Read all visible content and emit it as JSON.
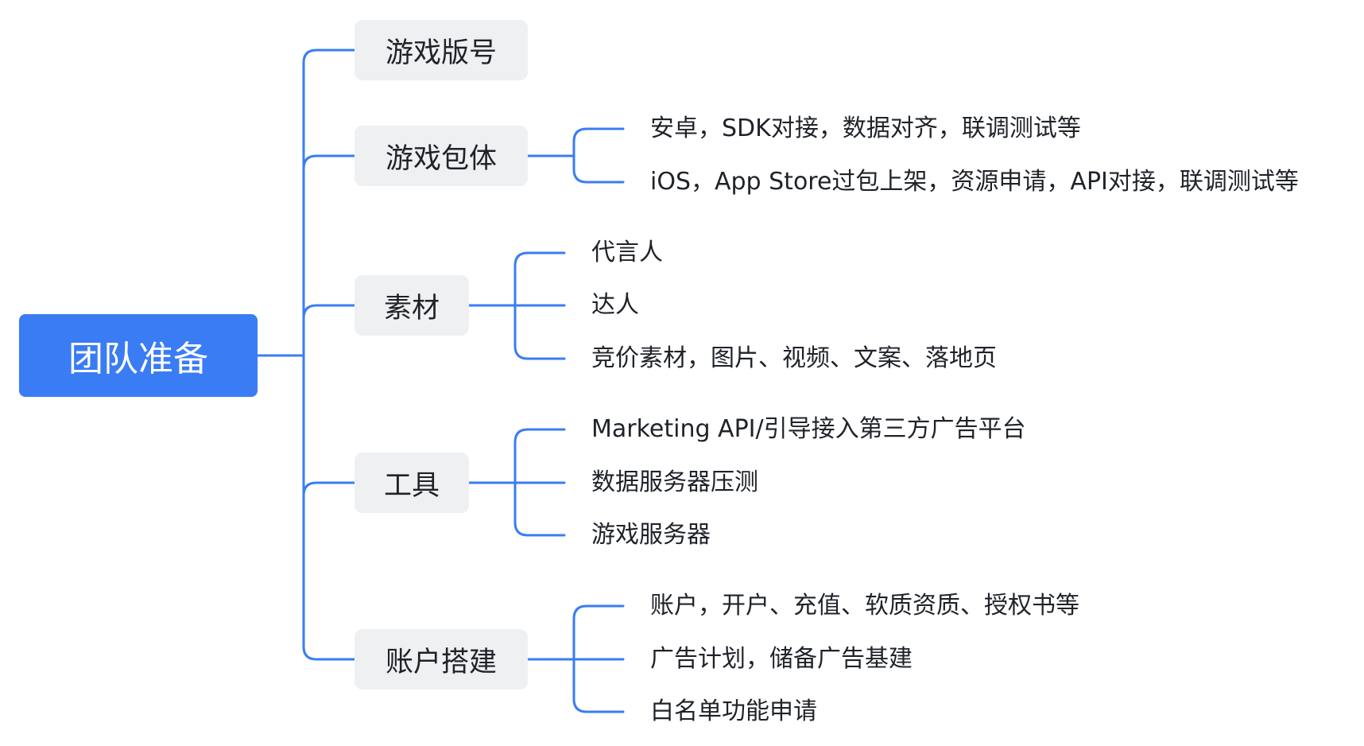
{
  "root": {
    "label": "团队准备"
  },
  "colors": {
    "accent": "#3A7CF4",
    "branch_bg": "#EFF0F2",
    "text": "#1f2329"
  },
  "branches": [
    {
      "label": "游戏版号",
      "children": []
    },
    {
      "label": "游戏包体",
      "children": [
        "安卓，SDK对接，数据对齐，联调测试等",
        "iOS，App Store过包上架，资源申请，API对接，联调测试等"
      ]
    },
    {
      "label": "素材",
      "children": [
        "代言人",
        "达人",
        "竞价素材，图片、视频、文案、落地页"
      ]
    },
    {
      "label": "工具",
      "children": [
        "Marketing API/引导接入第三方广告平台",
        "数据服务器压测",
        "游戏服务器"
      ]
    },
    {
      "label": "账户搭建",
      "children": [
        "账户，开户、充值、软质资质、授权书等",
        "广告计划，储备广告基建",
        "白名单功能申请"
      ]
    }
  ]
}
